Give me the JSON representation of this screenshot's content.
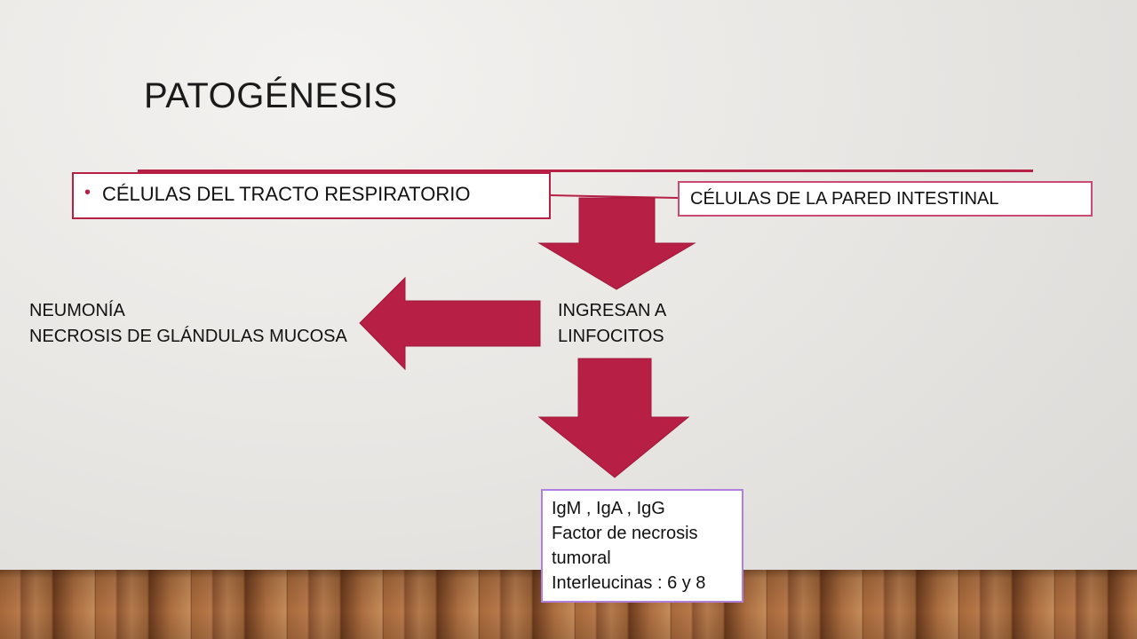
{
  "slide": {
    "title": "PATOGÉNESIS",
    "respiratory_box": {
      "bullet": "•",
      "label": "CÉLULAS DEL TRACTO RESPIRATORIO"
    },
    "intestinal_box": {
      "label": "CÉLULAS DE LA PARED INTESTINAL"
    },
    "left_result": {
      "line1": "NEUMONÍA",
      "line2": "NECROSIS DE GLÁNDULAS MUCOSA"
    },
    "middle_step": {
      "line1": "INGRESAN A",
      "line2": "LINFOCITOS"
    },
    "output_box": {
      "line1": "IgM , IgA , IgG",
      "line2": "Factor de necrosis",
      "line3": "tumoral",
      "line4": "Interleucinas : 6 y 8"
    }
  },
  "colors": {
    "accent": "#b81f45",
    "arrow_fill": "#b81f45",
    "intestinal_border": "#c94b73",
    "output_border": "#b07fe0",
    "floor": "#a8683a"
  }
}
